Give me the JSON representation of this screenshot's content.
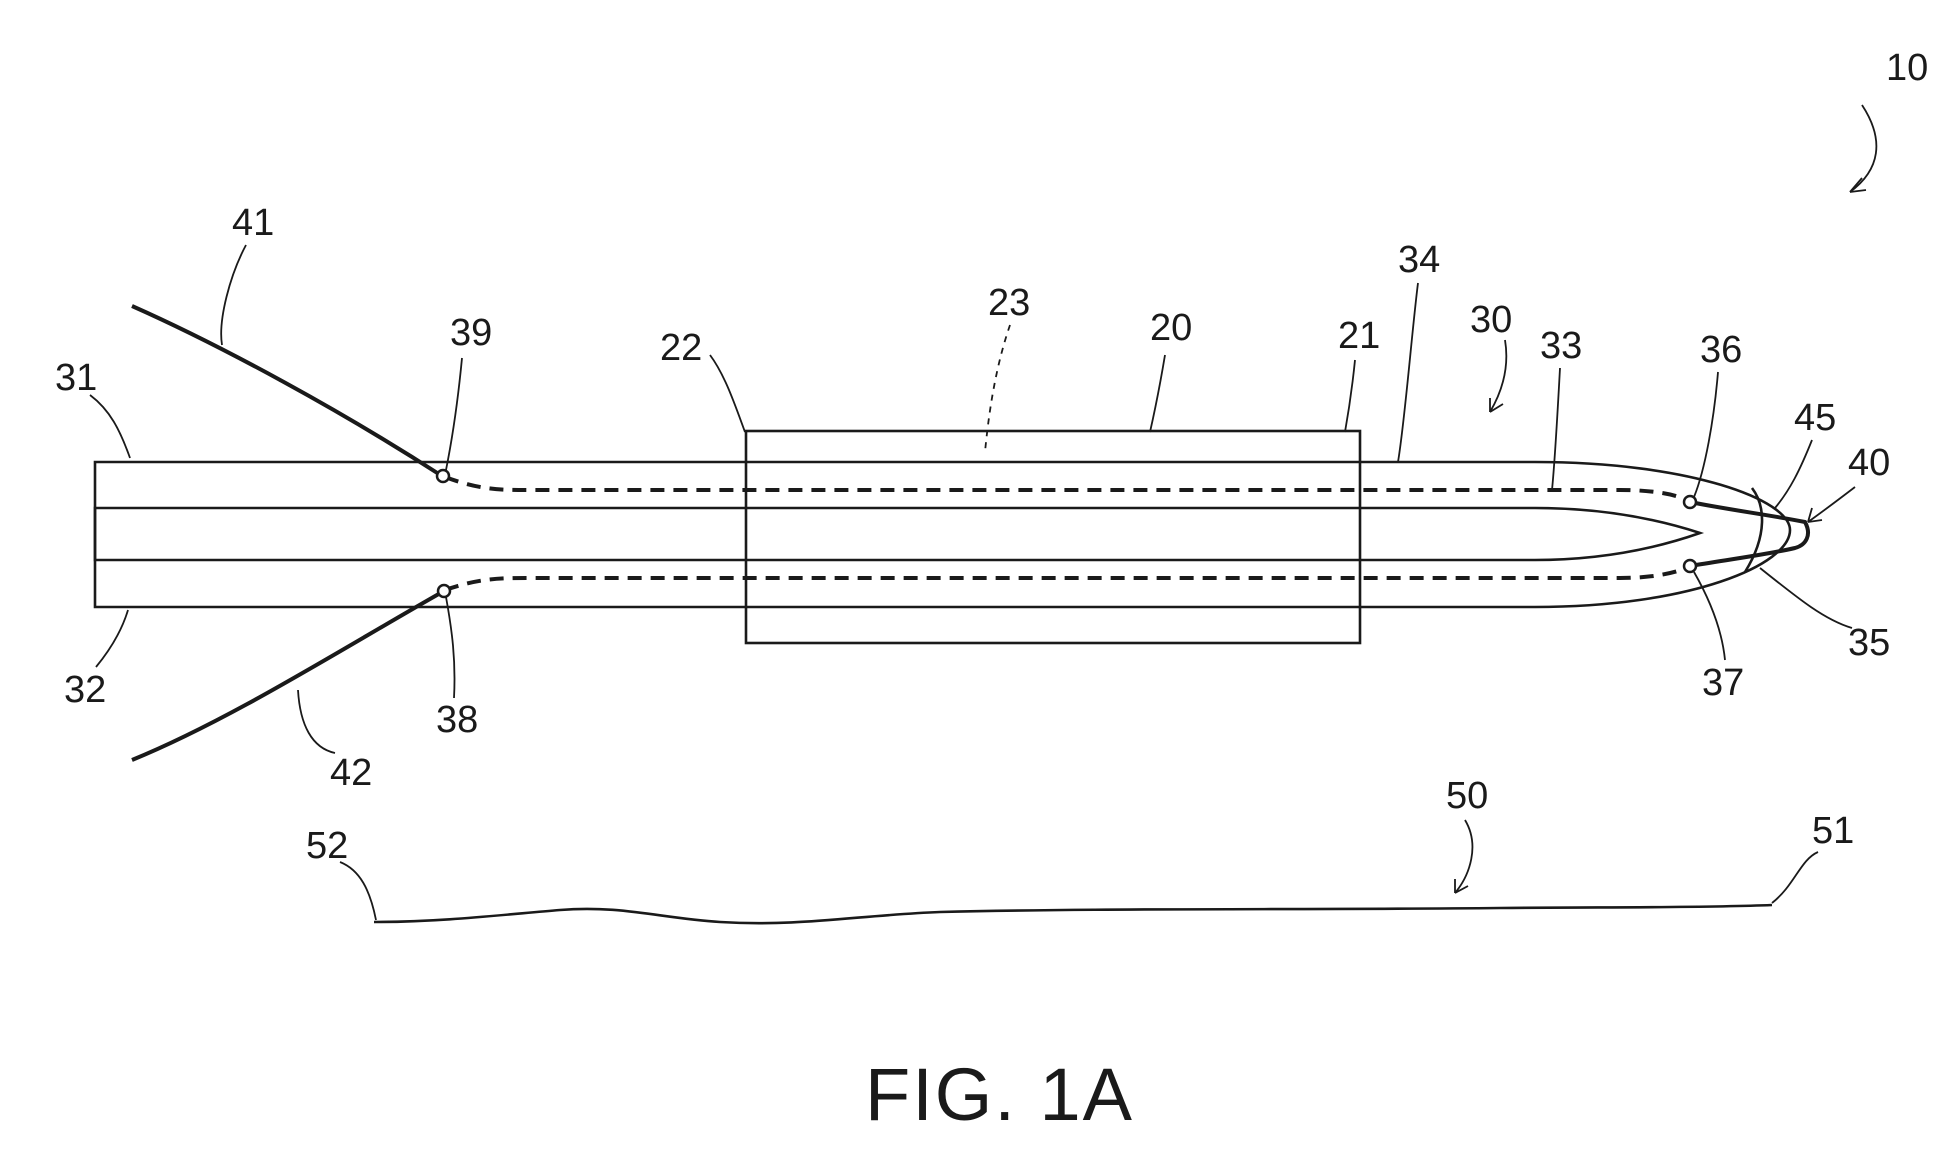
{
  "figure": {
    "caption": "FIG. 1A",
    "labels": {
      "r10": "10",
      "r20": "20",
      "r21": "21",
      "r22": "22",
      "r23": "23",
      "r30": "30",
      "r31": "31",
      "r32": "32",
      "r33": "33",
      "r34": "34",
      "r35": "35",
      "r36": "36",
      "r37": "37",
      "r38": "38",
      "r39": "39",
      "r40": "40",
      "r41": "41",
      "r42": "42",
      "r45": "45",
      "r50": "50",
      "r51": "51",
      "r52": "52"
    }
  }
}
